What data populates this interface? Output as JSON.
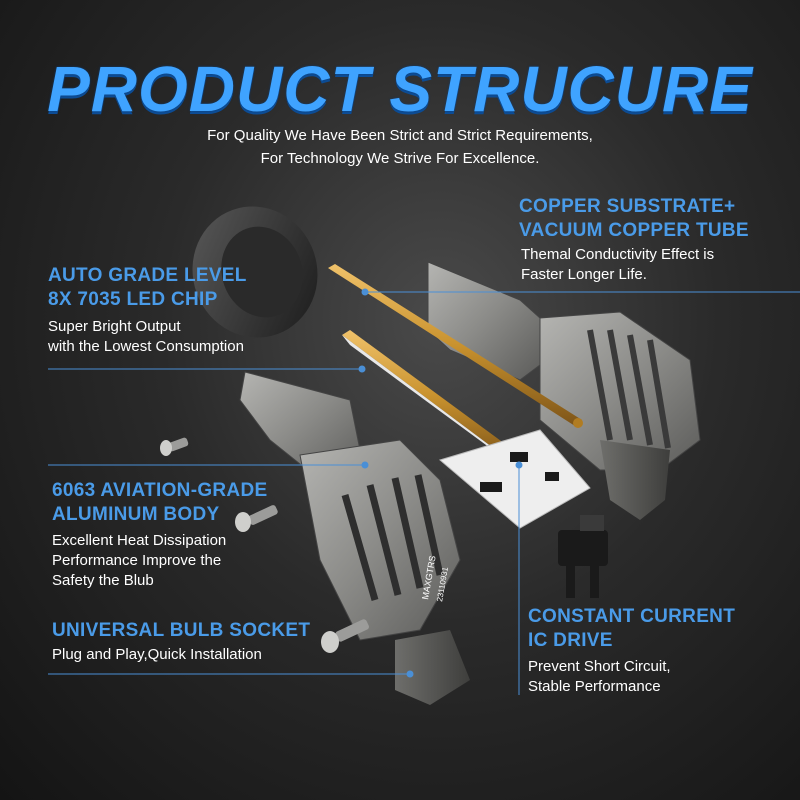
{
  "title": "PRODUCT STRUCURE",
  "subtitle_lines": [
    "For Quality We Have Been Strict and Strict Requirements,",
    "For Technology We Strive For Excellence."
  ],
  "features": {
    "copper": {
      "heading": [
        "COPPER SUBSTRATE+",
        "VACUUM COPPER TUBE"
      ],
      "desc": [
        "Themal Conductivity Effect is",
        "Faster Longer Life."
      ]
    },
    "led_chip": {
      "heading": [
        "AUTO GRADE LEVEL",
        "8X 7035 LED CHIP"
      ],
      "desc": [
        "Super Bright Output",
        "with the Lowest Consumption"
      ]
    },
    "aluminum": {
      "heading": [
        "6063 AVIATION-GRADE",
        "ALUMINUM BODY"
      ],
      "desc": [
        "Excellent Heat Dissipation",
        "Performance Improve the",
        "Safety the Blub"
      ]
    },
    "socket": {
      "heading": [
        "UNIVERSAL BULB SOCKET"
      ],
      "desc": [
        "Plug and Play,Quick Installation"
      ]
    },
    "ic_drive": {
      "heading": [
        "CONSTANT CURRENT",
        "IC DRIVE"
      ],
      "desc": [
        "Prevent Short Circuit,",
        "Stable Performance"
      ]
    }
  },
  "bulb_body_text": [
    "MAXGTRS",
    "23110931"
  ],
  "colors": {
    "accent": "#3fa3ff",
    "heading": "#4a9be8",
    "copper": "#c9922e",
    "aluminum": "#8a8a88"
  }
}
